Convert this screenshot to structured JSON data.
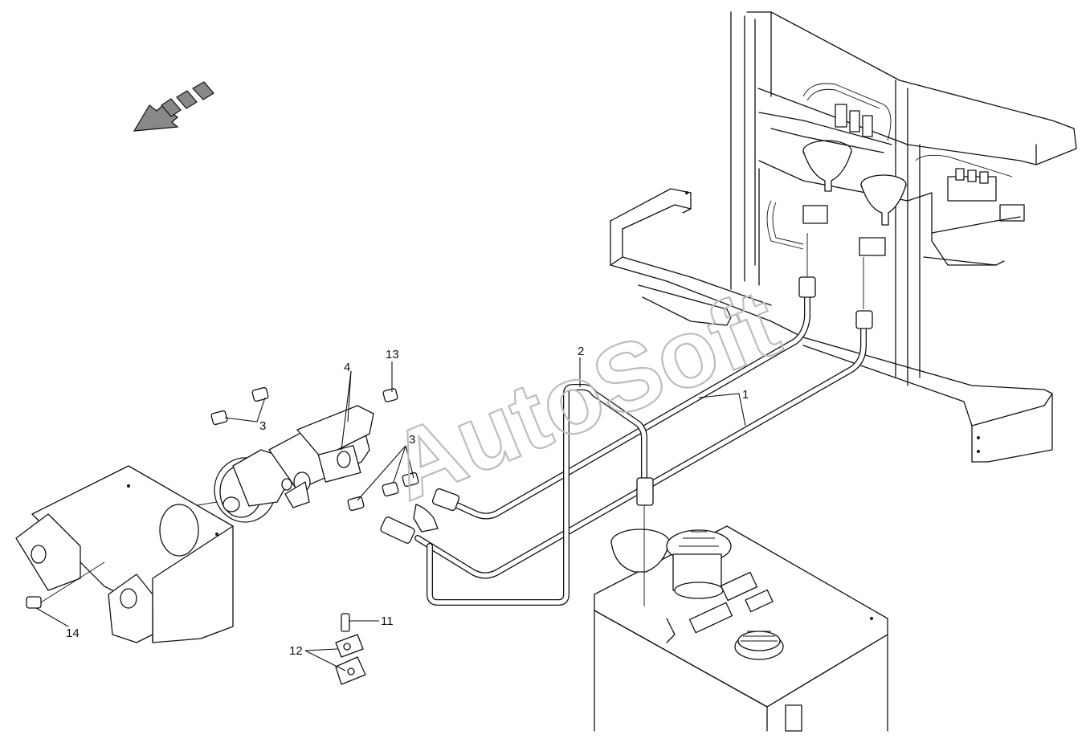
{
  "diagram": {
    "watermark": "AutoSoft",
    "callouts": [
      {
        "id": "c1",
        "label": "1"
      },
      {
        "id": "c2",
        "label": "2"
      },
      {
        "id": "c3a",
        "label": "3"
      },
      {
        "id": "c3b",
        "label": "3"
      },
      {
        "id": "c4",
        "label": "4"
      },
      {
        "id": "c11",
        "label": "11"
      },
      {
        "id": "c12",
        "label": "12"
      },
      {
        "id": "c13",
        "label": "13"
      },
      {
        "id": "c14",
        "label": "14"
      }
    ],
    "direction_arrow_icon": "front-direction-arrow-icon"
  },
  "colors": {
    "line": "#111111",
    "watermark": "#bdbdbd",
    "background": "#ffffff"
  }
}
